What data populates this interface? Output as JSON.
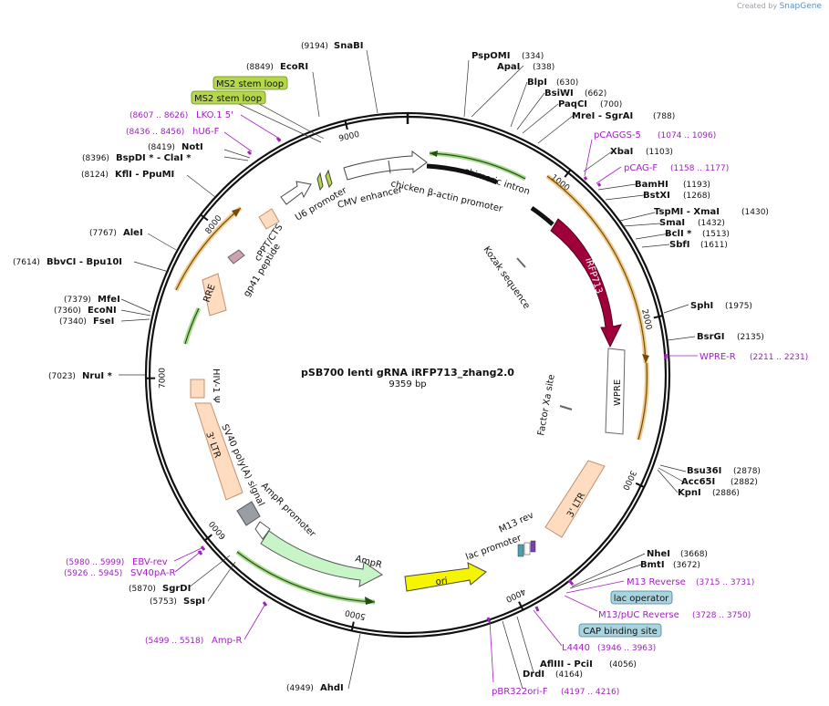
{
  "watermark": {
    "prefix": "Created by",
    "brand": "SnapGene"
  },
  "plasmid": {
    "name": "pSB700 lenti gRNA iRFP713_zhang2.0",
    "length": "9359 bp"
  },
  "tick_labels": [
    "1000",
    "2000",
    "3000",
    "4000",
    "5000",
    "6000",
    "7000",
    "8000",
    "9000"
  ],
  "sites": [
    {
      "name": "SnaBI",
      "pos": "(9194)"
    },
    {
      "name": "EcoRI",
      "pos": "(8849)"
    },
    {
      "name": "NotI",
      "pos": "(8419)"
    },
    {
      "name": "BspDI * - ClaI *",
      "pos": "(8396)"
    },
    {
      "name": "KflI - PpuMI",
      "pos": "(8124)"
    },
    {
      "name": "AleI",
      "pos": "(7767)"
    },
    {
      "name": "BbvCI - Bpu10I",
      "pos": "(7614)"
    },
    {
      "name": "MfeI",
      "pos": "(7379)"
    },
    {
      "name": "EcoNI",
      "pos": "(7360)"
    },
    {
      "name": "FseI",
      "pos": "(7340)"
    },
    {
      "name": "NruI *",
      "pos": "(7023)"
    },
    {
      "name": "SgrDI",
      "pos": "(5870)"
    },
    {
      "name": "SspI",
      "pos": "(5753)"
    },
    {
      "name": "AhdI",
      "pos": "(4949)"
    },
    {
      "name": "PspOMI",
      "pos": "(334)"
    },
    {
      "name": "ApaI",
      "pos": "(338)"
    },
    {
      "name": "BlpI",
      "pos": "(630)"
    },
    {
      "name": "BsiWI",
      "pos": "(662)"
    },
    {
      "name": "PaqCI",
      "pos": "(700)"
    },
    {
      "name": "MreI - SgrAI",
      "pos": "(788)"
    },
    {
      "name": "XbaI",
      "pos": "(1103)"
    },
    {
      "name": "BamHI",
      "pos": "(1193)"
    },
    {
      "name": "BstXI",
      "pos": "(1268)"
    },
    {
      "name": "TspMI - XmaI",
      "pos": "(1430)"
    },
    {
      "name": "SmaI",
      "pos": "(1432)"
    },
    {
      "name": "BclI *",
      "pos": "(1513)"
    },
    {
      "name": "SbfI",
      "pos": "(1611)"
    },
    {
      "name": "SphI",
      "pos": "(1975)"
    },
    {
      "name": "BsrGI",
      "pos": "(2135)"
    },
    {
      "name": "Bsu36I",
      "pos": "(2878)"
    },
    {
      "name": "Acc65I",
      "pos": "(2882)"
    },
    {
      "name": "KpnI",
      "pos": "(2886)"
    },
    {
      "name": "NheI",
      "pos": "(3668)"
    },
    {
      "name": "BmtI",
      "pos": "(3672)"
    },
    {
      "name": "AflIII - PciI",
      "pos": "(4056)"
    },
    {
      "name": "DrdI",
      "pos": "(4164)"
    }
  ],
  "primers": [
    {
      "name": "LKO.1 5'",
      "pos": "(8607 .. 8626)"
    },
    {
      "name": "hU6-F",
      "pos": "(8436 .. 8456)"
    },
    {
      "name": "pCAGGS-5",
      "pos": "(1074 .. 1096)"
    },
    {
      "name": "pCAG-F",
      "pos": "(1158 .. 1177)"
    },
    {
      "name": "WPRE-R",
      "pos": "(2211 .. 2231)"
    },
    {
      "name": "M13 Reverse",
      "pos": "(3715 .. 3731)"
    },
    {
      "name": "M13/pUC Reverse",
      "pos": "(3728 .. 3750)"
    },
    {
      "name": "L4440",
      "pos": "(3946 .. 3963)"
    },
    {
      "name": "pBR322ori-F",
      "pos": "(4197 .. 4216)"
    },
    {
      "name": "EBV-rev",
      "pos": "(5980 .. 5999)"
    },
    {
      "name": "SV40pA-R",
      "pos": "(5926 .. 5945)"
    },
    {
      "name": "Amp-R",
      "pos": "(5499 .. 5518)"
    }
  ],
  "boxed_labels": [
    "MS2 stem loop",
    "MS2 stem loop",
    "lac operator",
    "CAP binding site"
  ],
  "features": [
    "chimeric intron",
    "chicken β-actin promoter",
    "CMV enhancer",
    "U6 promoter",
    "cPPT/CTS",
    "gp41 peptide",
    "RRE",
    "HIV-1 Ψ",
    "3' LTR",
    "SV40 poly(A) signal",
    "AmpR promoter",
    "AmpR",
    "ori",
    "lac promoter",
    "M13 rev",
    "3' LTR",
    "WPRE",
    "Factor Xa site",
    "Kozak sequence",
    "iRFP713"
  ],
  "colors": {
    "primer": "#a020c0",
    "irfp": "#a0003a",
    "ori": "#f5f500",
    "ampr": "#c8f5c8",
    "ltr": "#ffdcc0",
    "ms2": "#b5d84a",
    "lac": "#a8d4e0"
  }
}
